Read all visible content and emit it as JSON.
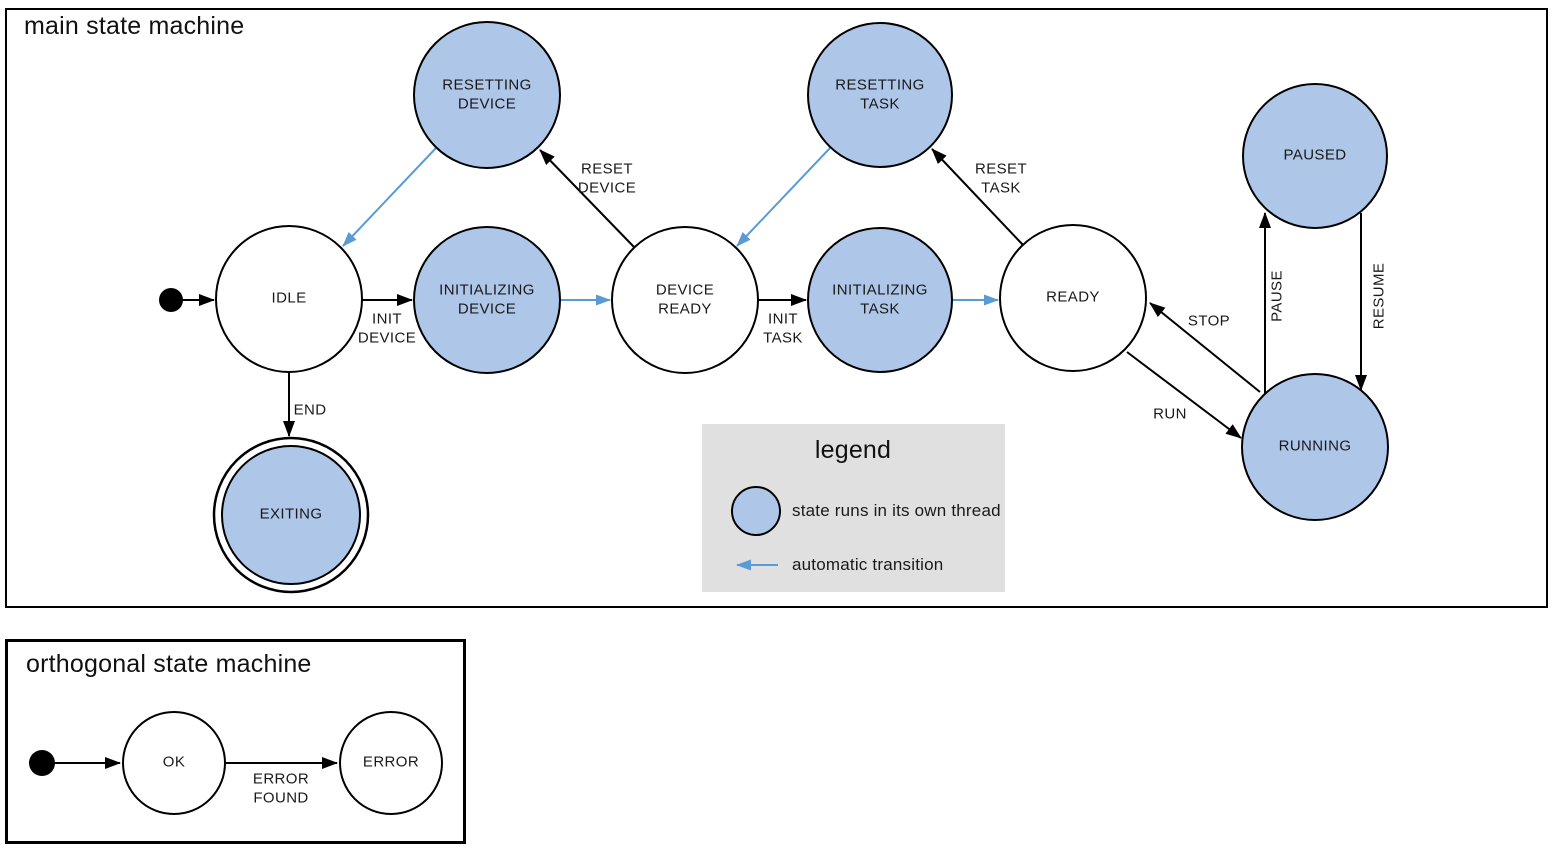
{
  "main": {
    "title": "main state machine",
    "states": {
      "idle": "IDLE",
      "resetting_device": "RESETTING\nDEVICE",
      "initializing_device": "INITIALIZING\nDEVICE",
      "device_ready": "DEVICE\nREADY",
      "resetting_task": "RESETTING\nTASK",
      "initializing_task": "INITIALIZING\nTASK",
      "ready": "READY",
      "paused": "PAUSED",
      "running": "RUNNING",
      "exiting": "EXITING"
    },
    "transitions": {
      "init_device": "INIT\nDEVICE",
      "reset_device": "RESET\nDEVICE",
      "init_task": "INIT\nTASK",
      "reset_task": "RESET\nTASK",
      "end": "END",
      "stop": "STOP",
      "run": "RUN",
      "pause": "PAUSE",
      "resume": "RESUME"
    }
  },
  "legend": {
    "title": "legend",
    "threaded_state": "state runs in its own thread",
    "automatic_transition": "automatic transition"
  },
  "orthogonal": {
    "title": "orthogonal state machine",
    "states": {
      "ok": "OK",
      "error": "ERROR"
    },
    "transitions": {
      "error_found": "ERROR\nFOUND"
    }
  },
  "colors": {
    "threaded_fill": "#aec6e8",
    "automatic_arrow": "#5b9bd5",
    "legend_bg": "#e0e0e0",
    "line": "#000000"
  }
}
